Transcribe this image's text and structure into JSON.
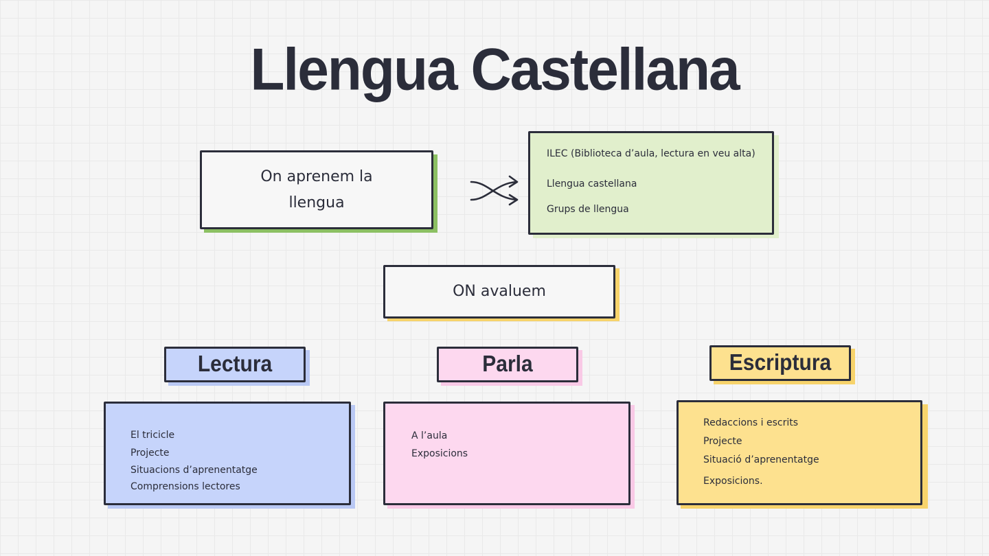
{
  "title": "Llengua Castellana",
  "on_aprenem": {
    "label": "On aprenem la llengua"
  },
  "where_list": [
    "ILEC (Biblioteca d’aula, lectura en veu alta)",
    "Llengua castellana",
    "Grups de llengua"
  ],
  "on_avaluem": {
    "label": "ON avaluem"
  },
  "columns": [
    {
      "header": "Lectura",
      "items": [
        "El tricicle",
        "Projecte",
        "Situacions d’aprenentatge",
        "Comprensions lectores"
      ]
    },
    {
      "header": "Parla",
      "items": [
        "A l’aula",
        "Exposicions"
      ]
    },
    {
      "header": "Escriptura",
      "items": [
        "Redaccions i escrits",
        "Projecte",
        "Situació d’aprenentatge",
        "Exposicions."
      ]
    }
  ],
  "colors": {
    "ink": "#2b2d3a",
    "green_fill": "#e1efcc",
    "green_shadow": "#8cc063",
    "yellow_shadow": "#f7d36b",
    "blue_fill": "#c6d4fb",
    "blue_shadow": "#b9c8f4",
    "pink_fill": "#fdd8ef",
    "pink_shadow": "#f9c9e6",
    "yellow_fill": "#fde18f",
    "paper": "#f7f7f7"
  }
}
